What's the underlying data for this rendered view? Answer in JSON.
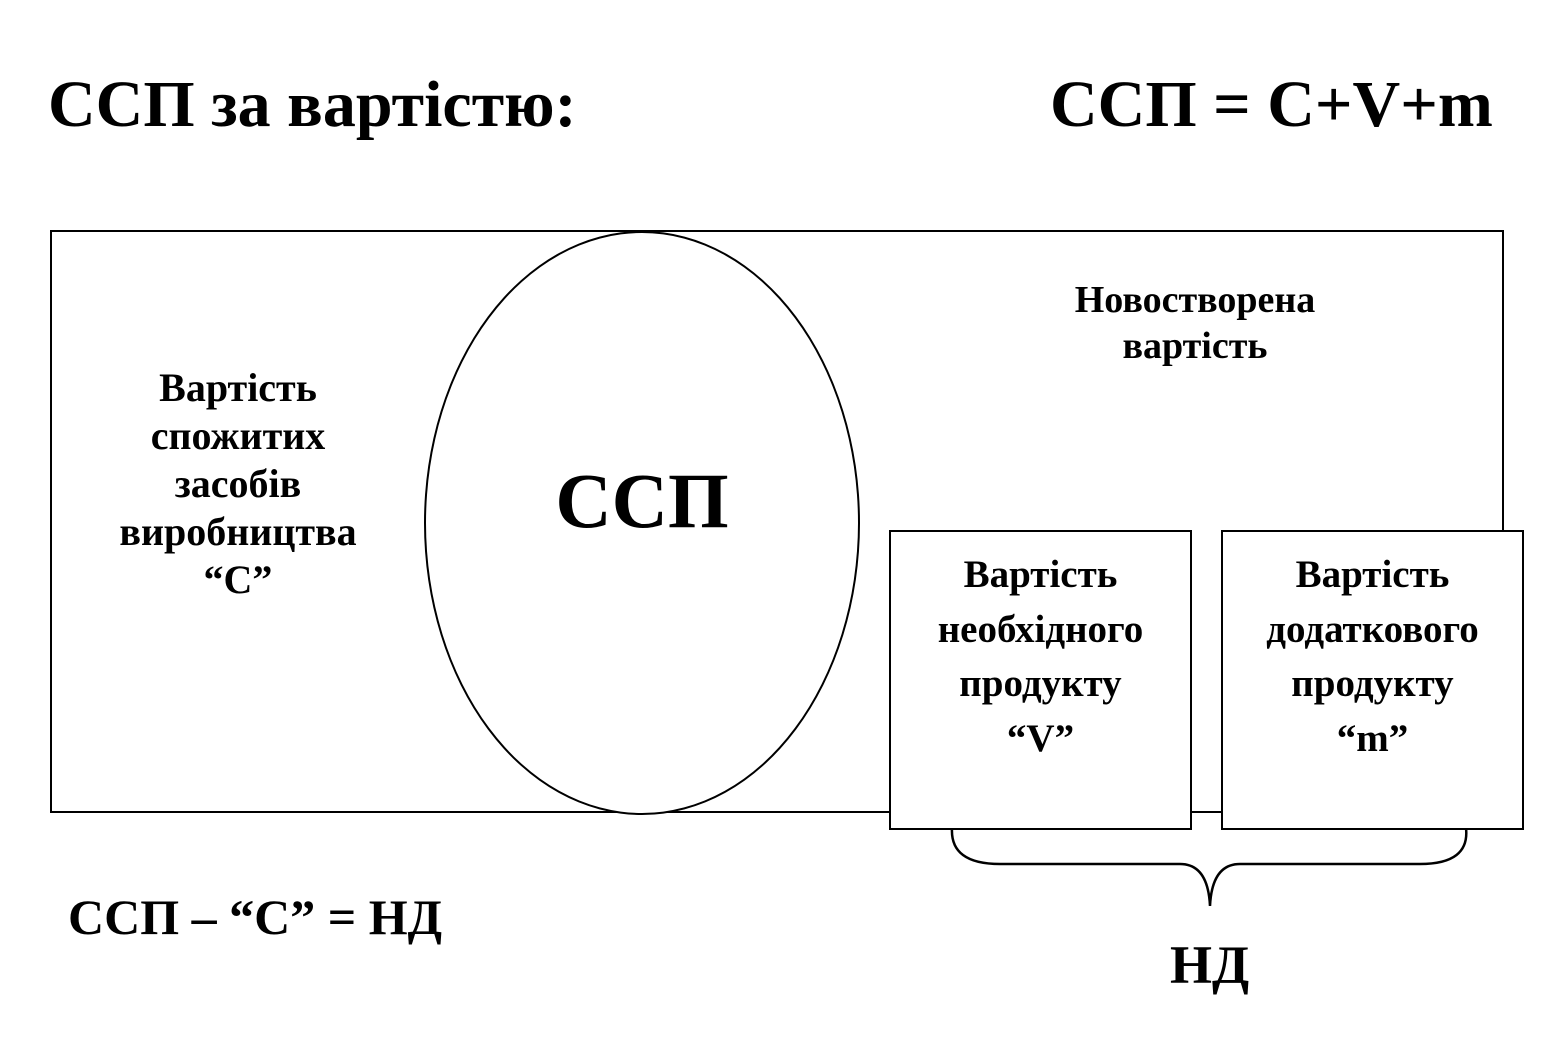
{
  "header": {
    "title_left": "ССП за вартістю:",
    "formula_right": "ССП = C+V+m"
  },
  "diagram": {
    "consumed_means": {
      "lines": [
        "Вартість",
        "спожитих",
        "засобів",
        "виробництва",
        "“С”"
      ]
    },
    "center_label": "ССП",
    "new_value": {
      "lines": [
        "Новостворена",
        "вартість"
      ]
    },
    "necessary_product": {
      "lines": [
        "Вартість",
        "необхідного",
        "продукту",
        "“V”"
      ]
    },
    "surplus_product": {
      "lines": [
        "Вартість",
        "додаткового",
        "продукту",
        "“m”"
      ]
    },
    "brace_label": "НД"
  },
  "footer": {
    "formula": "ССП – “С” = НД"
  }
}
